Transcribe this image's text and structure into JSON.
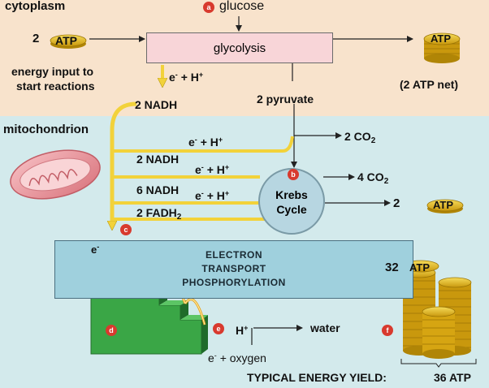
{
  "labels": {
    "cytoplasm": "cytoplasm",
    "glucose": "glucose",
    "glycolysis": "glycolysis",
    "atp_in_count": "2",
    "atp_word": "ATP",
    "energy_input": "energy input to",
    "start_reactions": "start reactions",
    "e_h_top": "e",
    "h_plus_top": "+ H",
    "two_atp_net": "(2 ATP net)",
    "nadh_top": "2 NADH",
    "two_pyruvate": "2 pyruvate",
    "mitochondrion": "mitochondrion",
    "nadh_mid": "2 NADH",
    "nadh_six": "6 NADH",
    "fadh": "2 FADH",
    "fadh_sub": "2",
    "e_h_1": "e",
    "h_plus_1": "+ H",
    "e_h_2": "e",
    "h_plus_2": "+ H",
    "e_h_3": "e",
    "h_plus_3": "+ H",
    "co2_two": "2 CO",
    "co2_four": "4 CO",
    "co2_sub": "2",
    "krebs": "Krebs",
    "cycle": "Cycle",
    "two_atp_krebs": "2",
    "etc_1": "ELECTRON",
    "etc_2": "TRANSPORT",
    "etc_3": "PHOSPHORYLATION",
    "e_stairs": "e",
    "thirty_two": "32",
    "h_plus_water": "H",
    "water": "water",
    "e_oxygen": "e",
    "plus_oxygen": "+ oxygen",
    "typical_yield": "TYPICAL ENERGY YIELD:",
    "thirty_six": "36 ATP",
    "minus": "-",
    "plus": "+"
  },
  "badges": {
    "a": "a",
    "b": "b",
    "c": "c",
    "d": "d",
    "e": "e",
    "f": "f"
  },
  "colors": {
    "cytoplasm_bg": "#f8e3cc",
    "mitochondrion_bg": "#d3eaec",
    "glycolysis_box": "#f8d5d8",
    "etc_box": "#9fd0dd",
    "krebs_circle": "#b7d6e1",
    "electron_path": "#f2d23a",
    "stairs": "#3aa646",
    "coin": "#e2b619",
    "badge": "#d83a2e"
  }
}
